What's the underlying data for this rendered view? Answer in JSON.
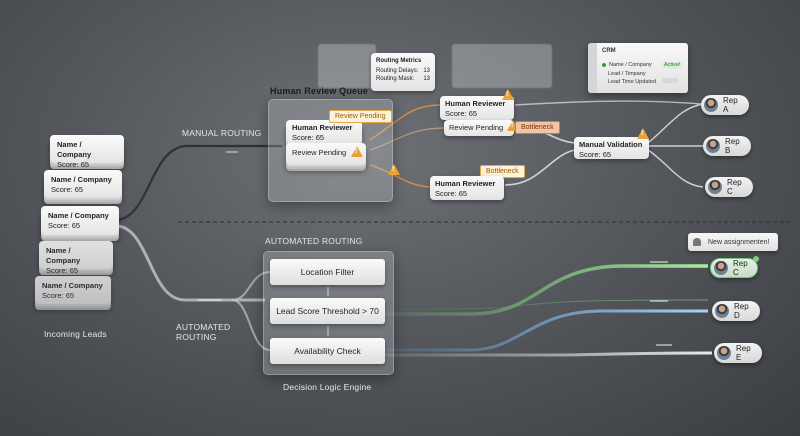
{
  "incoming": {
    "caption": "Incoming Leads",
    "leads": [
      {
        "name": "Name / Company",
        "score": "Score: 65"
      },
      {
        "name": "Name / Company",
        "score": "Score: 65"
      },
      {
        "name": "Name / Company",
        "score": "Score: 65"
      },
      {
        "name": "Name / Company",
        "score": "Score: 65"
      },
      {
        "name": "Name / Company",
        "score": "Score: 65"
      }
    ]
  },
  "manual": {
    "label": "MANUAL ROUTING",
    "queue_title": "Human Review Queue",
    "queue_card": {
      "title": "Human Reviewer",
      "score": "Score: 65",
      "status": "Review Pending",
      "badge": "Review Pending"
    },
    "reviewer_top": {
      "title": "Human Reviewer",
      "score": "Score: 65",
      "status": "Review Pending",
      "badge": "Bottleneck"
    },
    "reviewer_bottom": {
      "title": "Human Reviewer",
      "score": "Score: 65",
      "badge": "Bottleneck"
    },
    "validation": {
      "title": "Manual Validation",
      "score": "Score: 65"
    },
    "reps": [
      "Rep A",
      "Rep B",
      "Rep C"
    ]
  },
  "metrics": {
    "title": "Routing Metrics",
    "rows": [
      {
        "label": "Routing Delays:",
        "value": "13"
      },
      {
        "label": "Routing Mask:",
        "value": "13"
      }
    ]
  },
  "crm": {
    "title": "CRM",
    "lines": [
      "Name / Company",
      "Lead / Timpany",
      "Lead Time Updated"
    ],
    "tags": [
      "Active!",
      ""
    ]
  },
  "automated": {
    "title": "AUTOMATED ROUTING",
    "side_label_1": "AUTOMATED",
    "side_label_2": "ROUTING",
    "engine_caption": "Decision Logic Engine",
    "filters": [
      "Location Filter",
      "Lead Score Threshold > 70",
      "Availability Check"
    ],
    "notification": "New assignmenten!",
    "reps": [
      "Rep C",
      "Rep D",
      "Rep E"
    ],
    "colors": {
      "green": "#7ed07a",
      "blue": "#7fb6e8",
      "gray": "#c9ccd1"
    }
  }
}
